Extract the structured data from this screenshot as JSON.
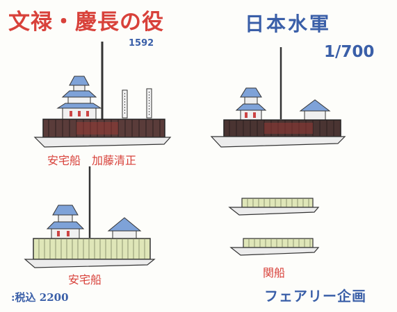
{
  "title_main": "文禄・慶長の役",
  "title_sub": "日本水軍",
  "year": "1592",
  "scale": "1/700",
  "ships": {
    "ship1_caption": "安宅船　加藤清正",
    "ship2_caption": "安宅船",
    "ship3_caption": "関船"
  },
  "price": ":税込 2200",
  "maker": "フェアリー企画",
  "colors": {
    "title_red": "#d8413a",
    "title_blue": "#3a5fa8",
    "hull_dark": "#4a3432",
    "hull_light": "#dfe6b8"
  }
}
